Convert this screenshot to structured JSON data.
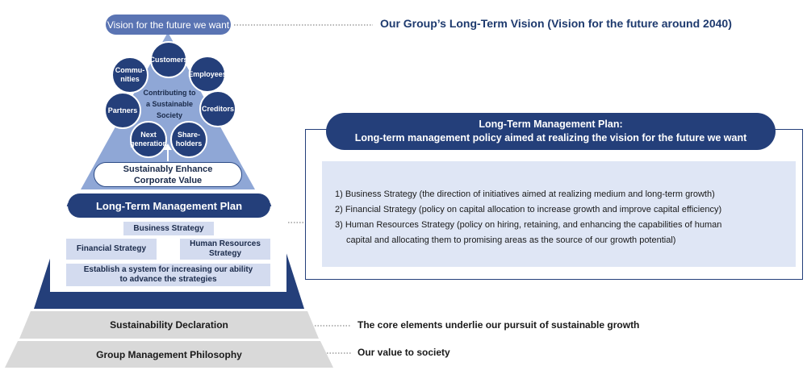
{
  "vision": {
    "pill_label": "Vision for the future we want",
    "right_title": "Our Group’s Long-Term Vision (Vision for the future around 2040)"
  },
  "stakeholders": {
    "customers": "Customers",
    "employees": "Employees",
    "creditors": "Creditors",
    "shareholders": [
      "Share-",
      "holders"
    ],
    "next_generation": [
      "Next",
      "generation"
    ],
    "partners": "Partners",
    "communities": [
      "Commu-",
      "nities"
    ],
    "center": [
      "Contributing to",
      "a Sustainable",
      "Society"
    ]
  },
  "enhance": [
    "Sustainably Enhance",
    "Corporate Value"
  ],
  "long_term_plan": {
    "pill_label": "Long-Term Management Plan",
    "business": "Business Strategy",
    "financial": "Financial Strategy",
    "hr": [
      "Human Resources",
      "Strategy"
    ],
    "system": [
      "Establish a system for increasing our ability",
      "to advance the strategies"
    ]
  },
  "foundation": {
    "sustainability": "Sustainability Declaration",
    "sustainability_note": "The core elements underlie our pursuit of sustainable growth",
    "philosophy": "Group Management Philosophy",
    "philosophy_note": "Our value to society"
  },
  "plan_detail": {
    "title_line1": "Long-Term Management Plan:",
    "title_line2": "Long-term management policy aimed at realizing the vision for the future we want",
    "items": [
      "1) Business Strategy (the direction of initiatives aimed at realizing medium and long-term growth)",
      "2) Financial Strategy (policy on capital allocation to increase growth and improve capital efficiency)",
      "3) Human Resources Strategy (policy on hiring, retaining, and enhancing the capabilities of human",
      "capital and allocating them to promising areas as the source of our growth potential)"
    ]
  },
  "colors": {
    "navy": "#243f7a",
    "mid_blue": "#5a74b3",
    "light_blue": "#8fa7d6",
    "pale_box": "#d3dbef",
    "panel_bg": "#dfe6f5",
    "gray_band": "#d9d9d9"
  }
}
